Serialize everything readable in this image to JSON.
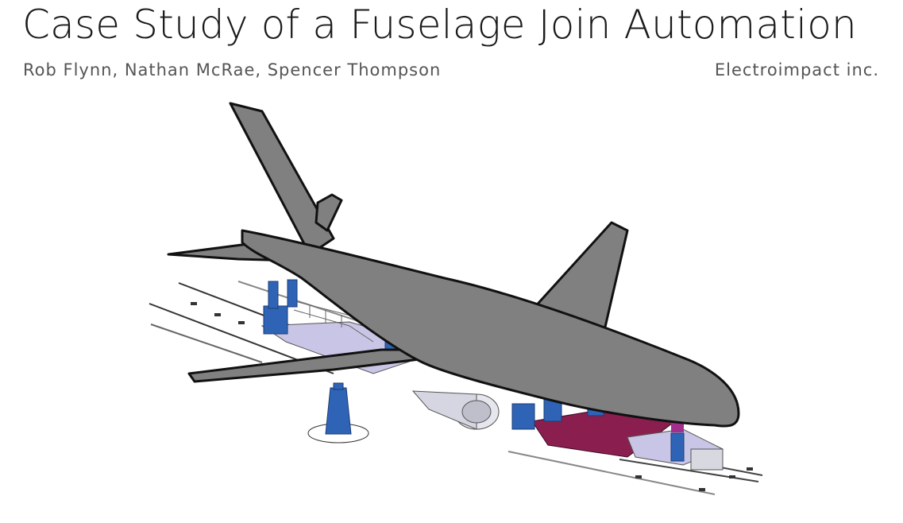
{
  "slide": {
    "title": "Case Study of a Fuselage Join Automation",
    "authors": "Rob Flynn, Nathan McRae, Spencer Thompson",
    "company": "Electroimpact inc."
  },
  "colors": {
    "aircraft": "#808080",
    "tooling_blue": "#2f63b5",
    "tooling_magenta": "#8a1f4f",
    "platform_lavender": "#c9c5e6"
  }
}
